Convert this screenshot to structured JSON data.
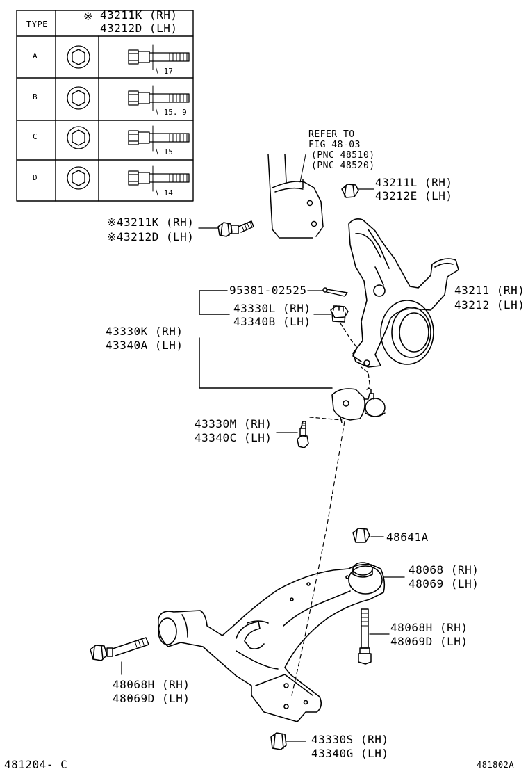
{
  "table": {
    "header_type": "TYPE",
    "header_note_mark": "※",
    "header_part1": "43211K (RH)",
    "header_part2": "43212D (LH)",
    "rows": [
      {
        "type": "A",
        "dim": "∖ 17"
      },
      {
        "type": "B",
        "dim": "∖ 15. 9"
      },
      {
        "type": "C",
        "dim": "∖ 15"
      },
      {
        "type": "D",
        "dim": "∖ 14"
      }
    ]
  },
  "refer": {
    "line1": "REFER TO",
    "line2": "FIG 48-03",
    "line3": "(PNC 48510)",
    "line4": "(PNC 48520)"
  },
  "parts": {
    "nut_43211L": {
      "rh": "43211L (RH)",
      "lh": "43212E (LH)"
    },
    "bolt_43211K": {
      "rh": "※43211K (RH)",
      "lh": "※43212D (LH)"
    },
    "cotter_pin": "95381-02525",
    "nut_43330L": {
      "rh": "43330L (RH)",
      "lh": "43340B (LH)"
    },
    "ball_joint": {
      "rh": "43330K (RH)",
      "lh": "43340A (LH)"
    },
    "knuckle": {
      "rh": "43211 (RH)",
      "lh": "43212 (LH)"
    },
    "bolt_43330M": {
      "rh": "43330M (RH)",
      "lh": "43340C (LH)"
    },
    "nut_48641A": "48641A",
    "arm_48068": {
      "rh": "48068 (RH)",
      "lh": "48069 (LH)"
    },
    "bolt_48068H_right": {
      "rh": "48068H (RH)",
      "lh": "48069D (LH)"
    },
    "bolt_48068H_left": {
      "rh": "48068H (RH)",
      "lh": "48069D (LH)"
    },
    "nut_43330S": {
      "rh": "43330S (RH)",
      "lh": "43340G (LH)"
    }
  },
  "footer": {
    "left_code": "481204- C",
    "right_code": "481802A"
  }
}
